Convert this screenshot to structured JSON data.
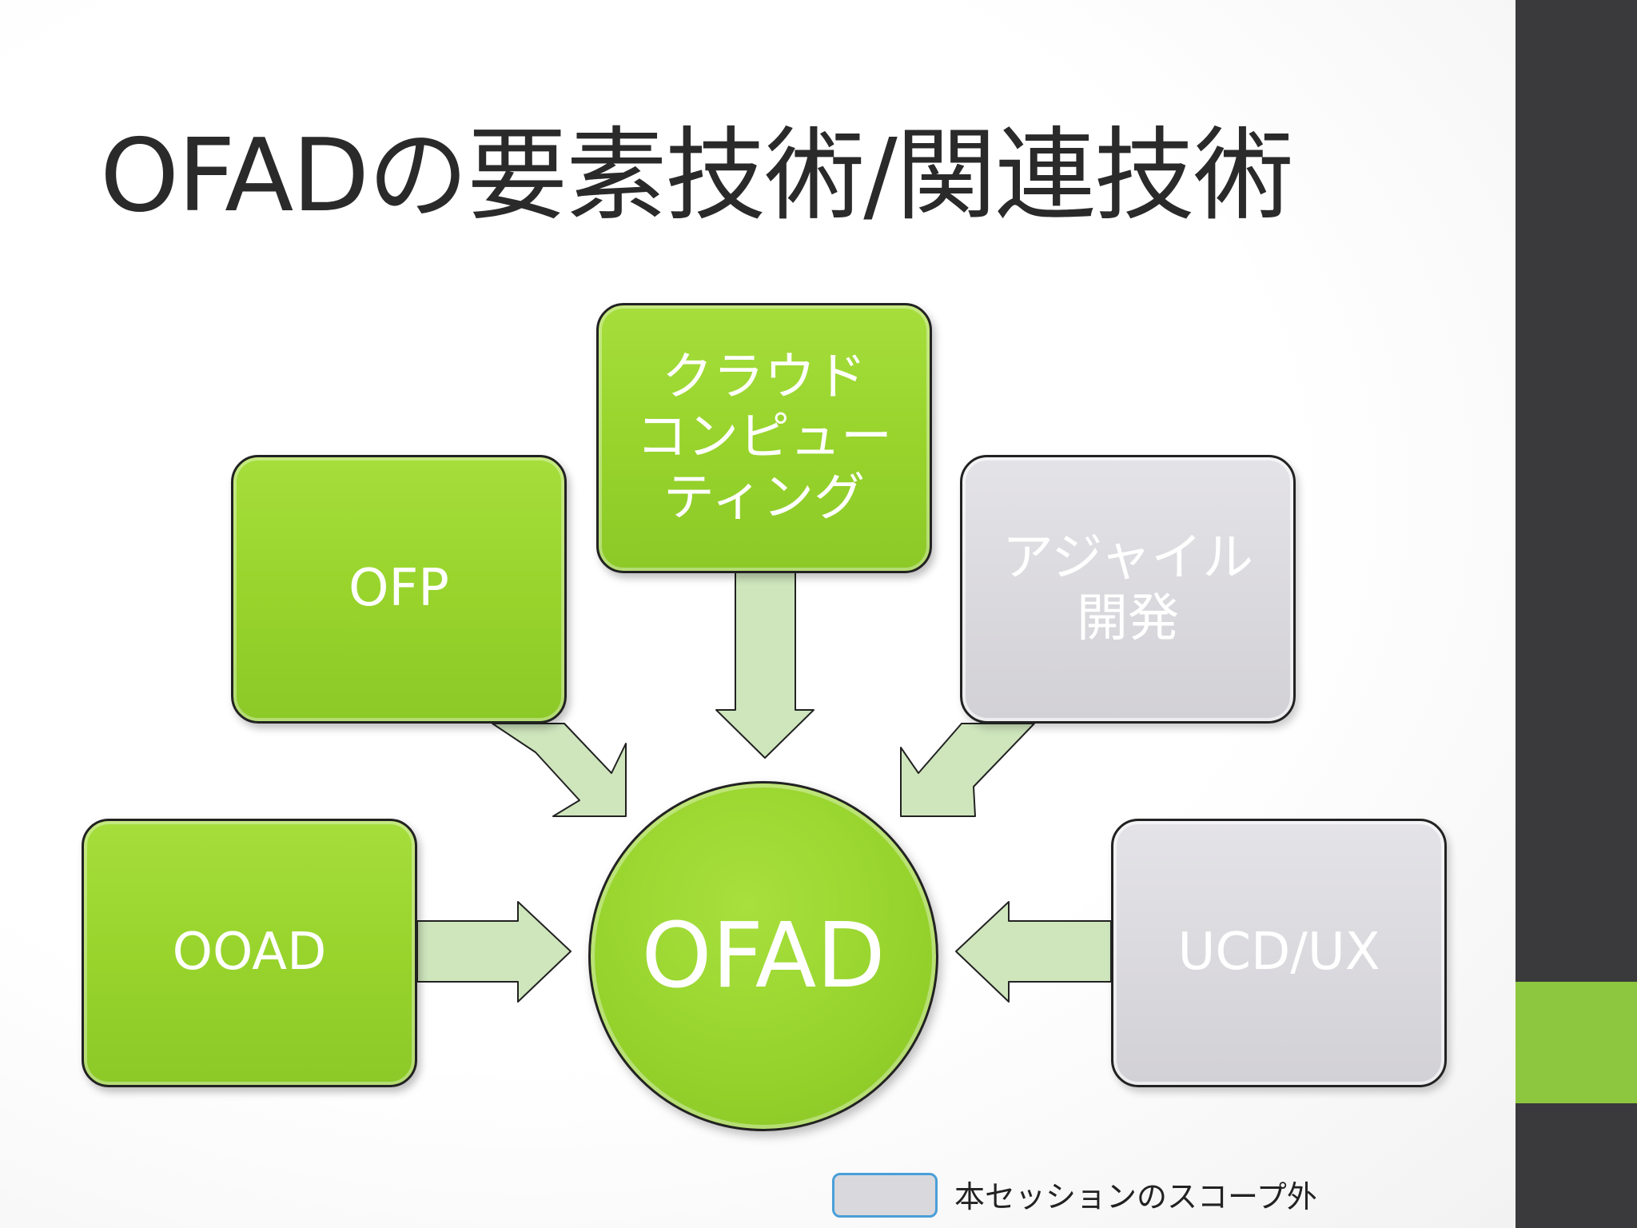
{
  "title": "OFADの要素技術/関連技術",
  "center": {
    "label": "OFAD"
  },
  "nodes": {
    "cloud": {
      "lines": [
        "クラウド",
        "コンピュー",
        "ティング"
      ],
      "status": "in-scope"
    },
    "ofp": {
      "lines": [
        "OFP"
      ],
      "status": "in-scope"
    },
    "agile": {
      "lines": [
        "アジャイル",
        "開発"
      ],
      "status": "out-of-scope"
    },
    "ooad": {
      "lines": [
        "OOAD"
      ],
      "status": "in-scope"
    },
    "ucdux": {
      "lines": [
        "UCD/UX"
      ],
      "status": "out-of-scope"
    }
  },
  "legend": {
    "label": "本セッションのスコープ外"
  },
  "colors": {
    "green": "#97d32b",
    "gray": "#d9d8dd",
    "arrow_fill": "#cfe6bd",
    "side_bar": "#3a3a3c",
    "side_accent": "#8dc63f",
    "legend_border": "#4a9fd8"
  }
}
